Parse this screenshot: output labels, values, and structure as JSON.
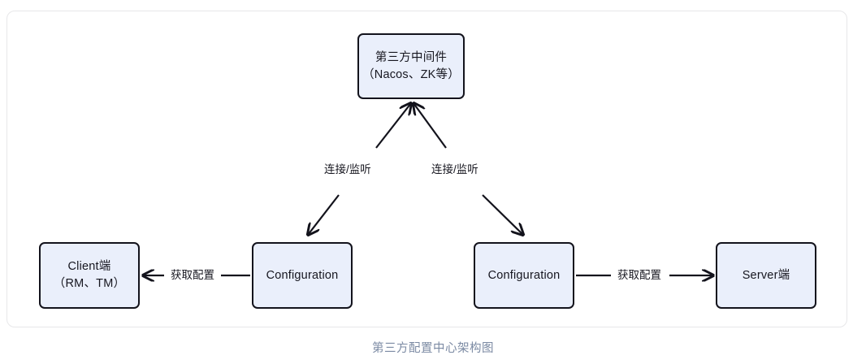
{
  "diagram": {
    "caption": "第三方配置中心架构图",
    "colors": {
      "node_fill": "#eaeffb",
      "node_border": "#13131c",
      "node_text": "#16161f",
      "edge": "#13131c",
      "caption_text": "#7b8aa3",
      "canvas_border": "#e7e7e9",
      "background": "#ffffff"
    },
    "nodes": [
      {
        "id": "middleware",
        "line1": "第三方中间件",
        "line2": "（Nacos、ZK等）"
      },
      {
        "id": "client",
        "line1": "Client端",
        "line2": "（RM、TM）"
      },
      {
        "id": "configuration-left",
        "line1": "Configuration",
        "line2": ""
      },
      {
        "id": "configuration-right",
        "line1": "Configuration",
        "line2": ""
      },
      {
        "id": "server",
        "line1": "Server端",
        "line2": ""
      }
    ],
    "edges": [
      {
        "id": "connect-left",
        "label": "连接/监听",
        "from": "configuration-left",
        "to": "middleware",
        "direction": "bidirectional"
      },
      {
        "id": "connect-right",
        "label": "连接/监听",
        "from": "configuration-right",
        "to": "middleware",
        "direction": "bidirectional"
      },
      {
        "id": "fetch-left",
        "label": "获取配置",
        "from": "configuration-left",
        "to": "client",
        "direction": "left"
      },
      {
        "id": "fetch-right",
        "label": "获取配置",
        "from": "configuration-right",
        "to": "server",
        "direction": "right"
      }
    ]
  }
}
